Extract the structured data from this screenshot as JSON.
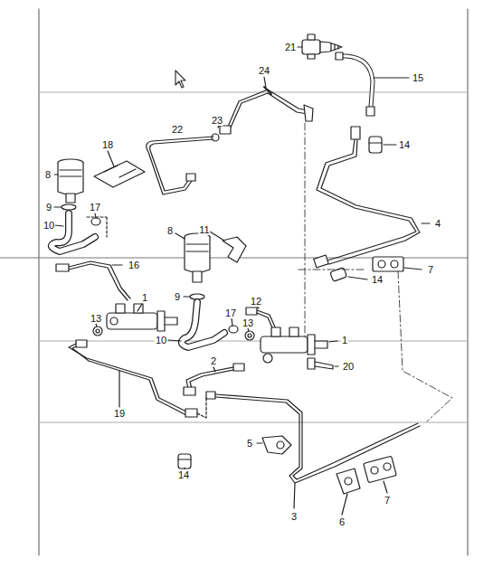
{
  "diagram": {
    "labels": [
      "21",
      "15",
      "24",
      "23",
      "22",
      "14",
      "18",
      "8",
      "4",
      "9",
      "17",
      "10",
      "8",
      "11",
      "7",
      "16",
      "14",
      "1",
      "12",
      "9",
      "13",
      "17",
      "13",
      "10",
      "1",
      "2",
      "20",
      "19",
      "5",
      "14",
      "7",
      "6",
      "3"
    ]
  }
}
